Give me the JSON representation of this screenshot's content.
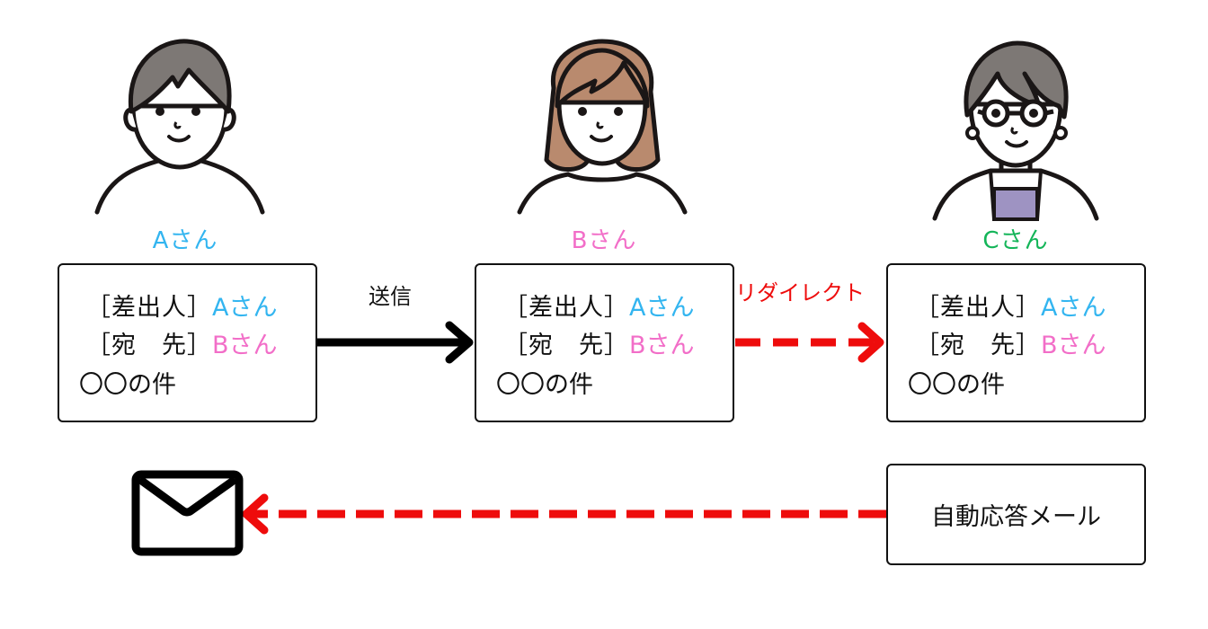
{
  "people": [
    {
      "id": "a",
      "label": "Aさん",
      "color": "#33b5f0",
      "hair": "#7d7875"
    },
    {
      "id": "b",
      "label": "Bさん",
      "color": "#f26ec8",
      "hair": "#b98a6e"
    },
    {
      "id": "c",
      "label": "Cさん",
      "color": "#14b559",
      "hair": "#7d7875",
      "inner_shirt": "#9e93c2"
    }
  ],
  "cards": [
    {
      "sender_label": "［差出人］",
      "sender_value": "Aさん",
      "recipient_label": "［宛　先］",
      "recipient_value": "Bさん",
      "subject": "〇〇の件"
    },
    {
      "sender_label": "［差出人］",
      "sender_value": "Aさん",
      "recipient_label": "［宛　先］",
      "recipient_value": "Bさん",
      "subject": "〇〇の件"
    },
    {
      "sender_label": "［差出人］",
      "sender_value": "Aさん",
      "recipient_label": "［宛　先］",
      "recipient_value": "Bさん",
      "subject": "〇〇の件"
    }
  ],
  "arrows": {
    "send": {
      "label": "送信",
      "color": "#000000",
      "style": "solid"
    },
    "redirect": {
      "label": "リダイレクト",
      "color": "#ee0c0c",
      "style": "dashed"
    },
    "auto_reply": {
      "color": "#ee0c0c",
      "style": "dashed"
    }
  },
  "auto_reply_box": {
    "label": "自動応答メール"
  },
  "icons": {
    "mail": "envelope-icon"
  }
}
